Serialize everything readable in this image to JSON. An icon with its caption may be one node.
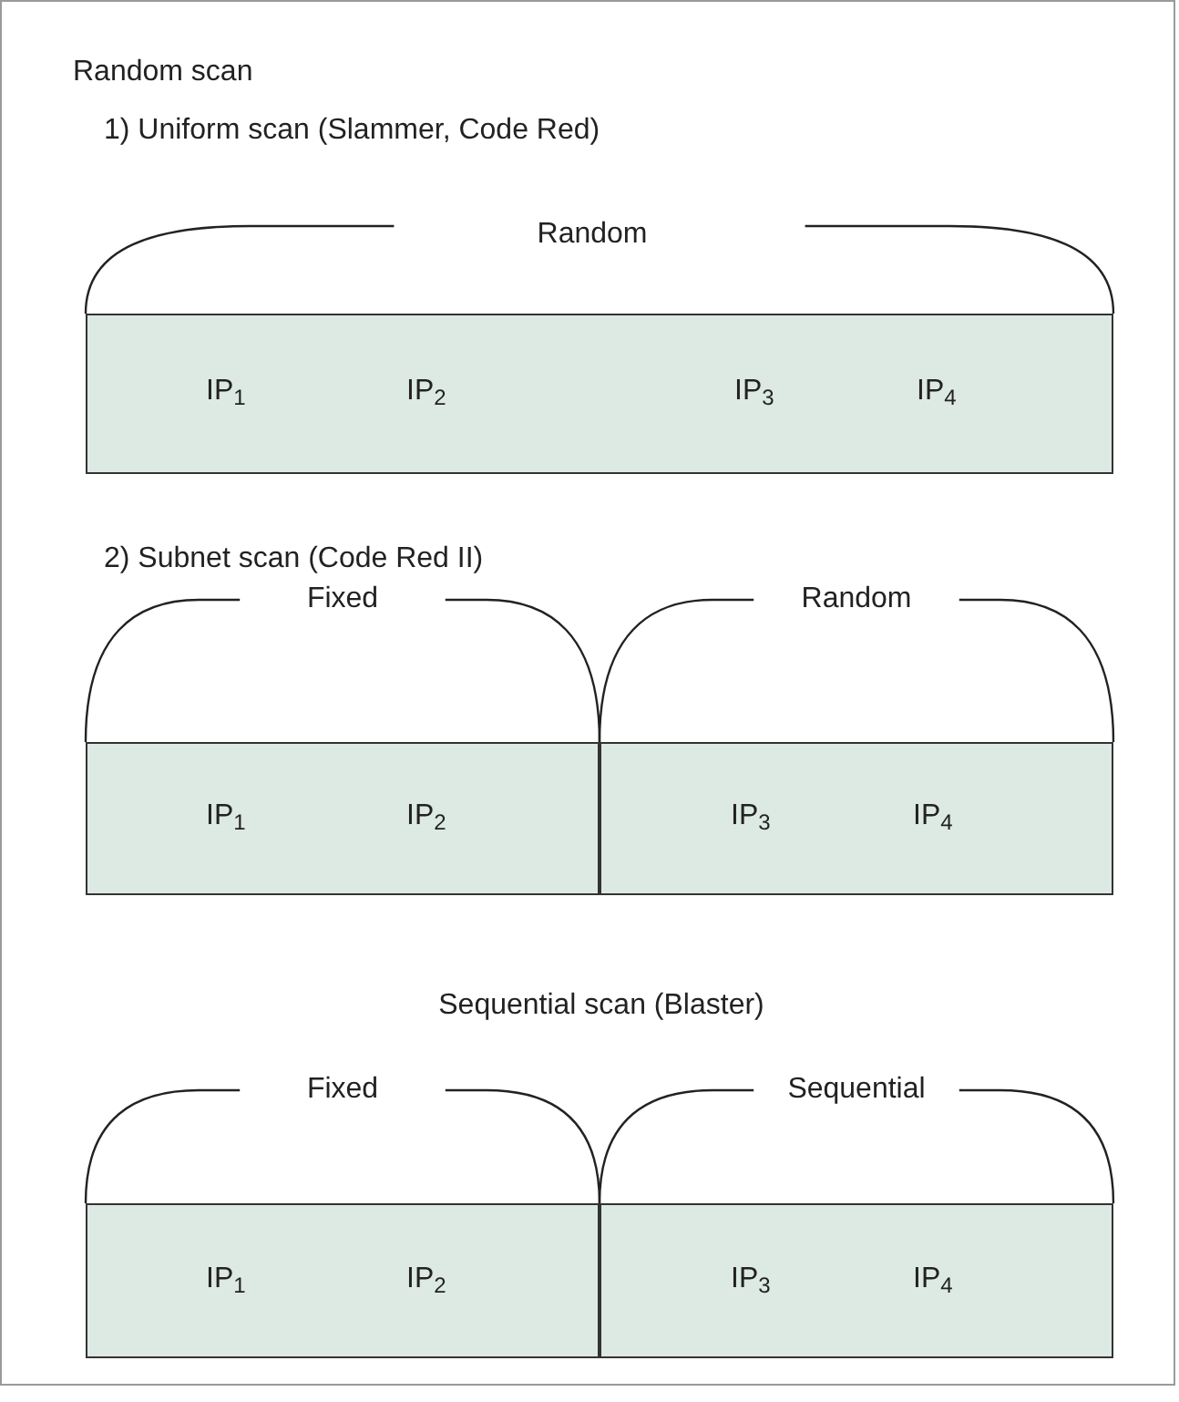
{
  "diagram": {
    "nodes": [
      {
        "text": [
          "IP$_{1}$",
          "IP$_{2}$",
          "IP$_{3}$",
          "IP$_{4}$"
        ]
      },
      {
        "text": [
          "IP$_{1}$",
          "IP$_{2}$"
        ]
      },
      {
        "text": [
          "IP$_{3}$",
          "IP$_{4}$"
        ]
      },
      {
        "text": [
          "IP$_{1}$",
          "IP$_{2}$"
        ]
      },
      {
        "text": [
          "IP$_{3}$",
          "IP$_{4}$"
        ]
      }
    ],
    "edges": [],
    "labels": [
      "Random scan",
      "1) Uniform scan (Slammer, Code Red)",
      "Random",
      "2) Subnet scan (Code Red II)",
      "Fixed",
      "Random",
      "Sequential scan (Blaster)",
      "Fixed",
      "Sequential"
    ]
  }
}
